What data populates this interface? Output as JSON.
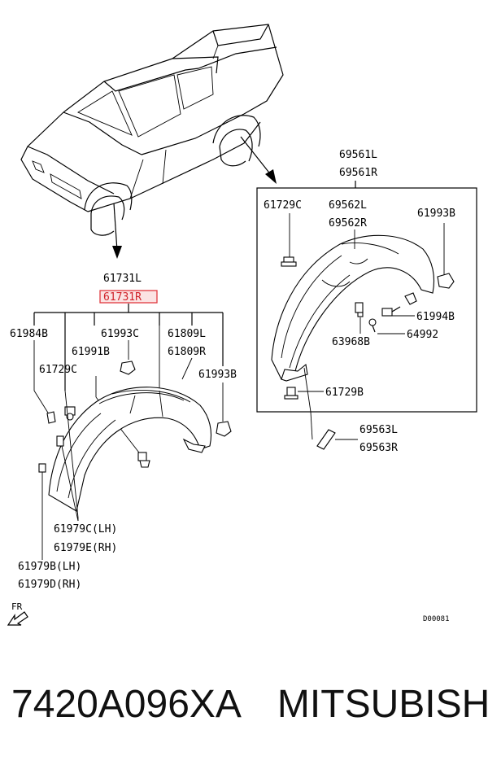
{
  "inset": {
    "title_l": "69561L",
    "title_r": "69561R",
    "labels": {
      "clip_top": "61729C",
      "liner_l": "69562L",
      "liner_r": "69562R",
      "nut_top": "61993B",
      "bolt": "61994B",
      "screw": "64992",
      "clip_mid": "63968B",
      "clip_bottom": "61729B"
    },
    "ext_l": "69563L",
    "ext_r": "69563R"
  },
  "main": {
    "title_l": "61731L",
    "title_r": "61731R",
    "labels": {
      "clip_a": "61984B",
      "nut_a": "61993C",
      "grom_l": "61809L",
      "grom_r": "61809R",
      "bolt_a": "61991B",
      "clip_b": "61729C",
      "nut_b": "61993B",
      "mold_c": "61979C(LH)",
      "mold_e": "61979E(RH)",
      "mold_b": "61979B(LH)",
      "mold_d": "61979D(RH)"
    }
  },
  "fr_label": "FR",
  "diagram_code": "D00081",
  "footer": {
    "part_number": "7420A096XA",
    "brand": "MITSUBISHI"
  },
  "colors": {
    "highlight_border": "#e0393e",
    "highlight_fill": "#fbe3e3",
    "highlight_text": "#d0222a"
  }
}
